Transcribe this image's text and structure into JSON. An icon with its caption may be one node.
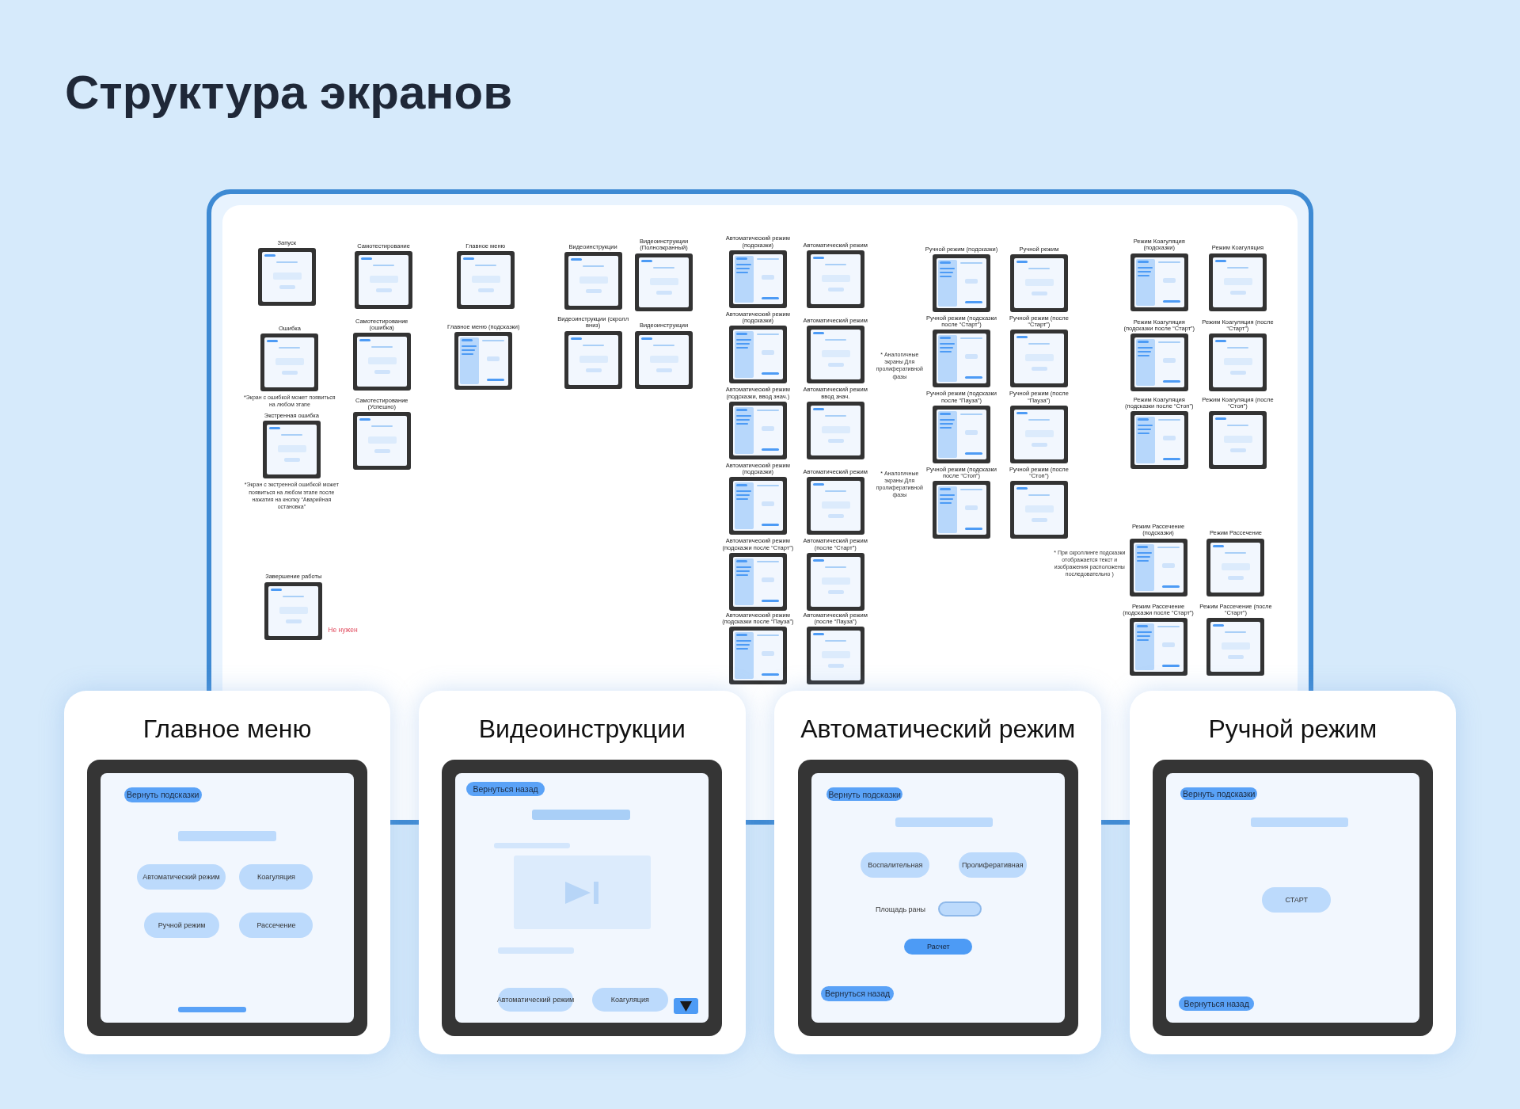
{
  "diagram": {
    "title": "Структура экранов",
    "nodes": [
      {
        "text": [
          "Запуск"
        ]
      },
      {
        "text": [
          "Ошибка"
        ],
        "beside": [
          "*Экран с ошибкой может появиться на любом этапе"
        ]
      },
      {
        "text": [
          "Экстренная ошибка"
        ],
        "beside": [
          "*Экран с экстренной ошибкой может появиться на любом этапе после нажатия на кнопку “Аварийная остановка”"
        ]
      },
      {
        "text": [
          "Завершение работы"
        ],
        "beside": [
          "Не нужен"
        ]
      },
      {
        "text": [
          "Самотестирование"
        ]
      },
      {
        "text": [
          "Самотестирование (ошибка)"
        ]
      },
      {
        "text": [
          "Самотестирование (Успешно)"
        ]
      },
      {
        "text": [
          "Главное меню"
        ]
      },
      {
        "text": [
          "Главное меню (подсказки)"
        ]
      },
      {
        "text": [
          "Видеоинструкции"
        ]
      },
      {
        "text": [
          "Видеоинструкции (скролл вниз)"
        ]
      },
      {
        "text": [
          "Видеоинструкции (Полноэкранный)"
        ]
      },
      {
        "text": [
          "Видеоинструкции"
        ]
      },
      {
        "text": [
          "Автоматический режим (подсказки)"
        ]
      },
      {
        "text": [
          "Автоматический режим"
        ]
      },
      {
        "text": [
          "Автоматический режим (подсказки)"
        ]
      },
      {
        "text": [
          "Автоматический режим"
        ]
      },
      {
        "text": [
          "Автоматический режим (подсказки, ввод знач.)"
        ]
      },
      {
        "text": [
          "Автоматический режим ввод знач."
        ]
      },
      {
        "text": [
          "Автоматический режим (подсказки)"
        ]
      },
      {
        "text": [
          "Автоматический режим"
        ]
      },
      {
        "text": [
          "Автоматический режим (подсказки после “Старт”)"
        ]
      },
      {
        "text": [
          "Автоматический режим (после “Старт”)"
        ]
      },
      {
        "text": [
          "Автоматический режим (подсказки после “Пауза”)"
        ]
      },
      {
        "text": [
          "Автоматический режим (после “Пауза”)"
        ]
      },
      {
        "text": [
          "Ручной режим (подсказки)"
        ]
      },
      {
        "text": [
          "Ручной режим"
        ]
      },
      {
        "text": [
          "Ручной режим (подсказки после “Старт”)"
        ]
      },
      {
        "text": [
          "Ручной режим (после “Старт”)"
        ]
      },
      {
        "text": [
          "Ручной режим (подсказки после “Пауза”)"
        ]
      },
      {
        "text": [
          "Ручной режим (после “Пауза”)"
        ]
      },
      {
        "text": [
          "Ручной режим (подсказки после “Стоп”)"
        ]
      },
      {
        "text": [
          "Ручной режим (после “Стоп”)"
        ]
      },
      {
        "text": [
          "Режим Коагуляция (подсказки)"
        ]
      },
      {
        "text": [
          "Режим Коагуляция"
        ]
      },
      {
        "text": [
          "Режим Коагуляция (подсказки после “Старт”)"
        ]
      },
      {
        "text": [
          "Режим Коагуляция (после “Старт”)"
        ]
      },
      {
        "text": [
          "Режим Коагуляция (подсказки после “Стоп”)"
        ]
      },
      {
        "text": [
          "Режим Коагуляция (после “Стоп”)"
        ]
      },
      {
        "text": [
          "Режим Рассечение (подсказки)"
        ]
      },
      {
        "text": [
          "Режим Рассечение"
        ]
      },
      {
        "text": [
          "Режим Рассечение (подсказки после “Старт”)"
        ]
      },
      {
        "text": [
          "Режим Рассечение (после “Старт”)"
        ]
      },
      {
        "text": [
          "Главное меню"
        ]
      },
      {
        "text": [],
        "shape": "box",
        "in": 43
      },
      {
        "text": [
          "Вернуть подсказки"
        ],
        "in": 44
      },
      {
        "text": [
          "Автоматический режим"
        ],
        "in": 44
      },
      {
        "text": [
          "Коагуляция"
        ],
        "in": 44
      },
      {
        "text": [
          "Ручной режим"
        ],
        "in": 44
      },
      {
        "text": [
          "Рассечение"
        ],
        "in": 44
      },
      {
        "text": [
          "Видеоинструкции"
        ]
      },
      {
        "text": [],
        "shape": "box",
        "in": 50
      },
      {
        "text": [
          "Вернуться назад"
        ],
        "in": 51
      },
      {
        "text": [
          "Автоматический режим"
        ],
        "in": 51
      },
      {
        "text": [
          "Коагуляция"
        ],
        "in": 51
      },
      {
        "text": [],
        "shape": "box",
        "in": 51
      },
      {
        "text": [
          "Автоматический режим"
        ]
      },
      {
        "text": [],
        "shape": "box",
        "in": 56
      },
      {
        "text": [
          "Вернуть подсказки"
        ],
        "in": 57
      },
      {
        "text": [
          "Воспалительная"
        ],
        "in": 57
      },
      {
        "text": [
          "Пролиферативная"
        ],
        "in": 57
      },
      {
        "text": [],
        "shape": "box",
        "in": 57
      },
      {
        "text": [
          "Расчет"
        ],
        "in": 57
      },
      {
        "text": [
          "Вернуться назад"
        ],
        "in": 57
      },
      {
        "text": [
          "Ручной режим"
        ]
      },
      {
        "text": [],
        "shape": "box",
        "in": 64
      },
      {
        "text": [
          "Вернуть подсказки"
        ],
        "in": 65
      },
      {
        "text": [
          "СТАРТ"
        ],
        "in": 65
      },
      {
        "text": [
          "Вернуться назад"
        ],
        "in": 65
      }
    ],
    "labels": [
      "* Аналогичные экраны Для пролиферативной фазы",
      "* Аналогичные экраны Для пролиферативной фазы",
      "* При скроллинге подсказки отображается текст и изображения расположены последовательно )",
      "Площадь раны"
    ]
  }
}
